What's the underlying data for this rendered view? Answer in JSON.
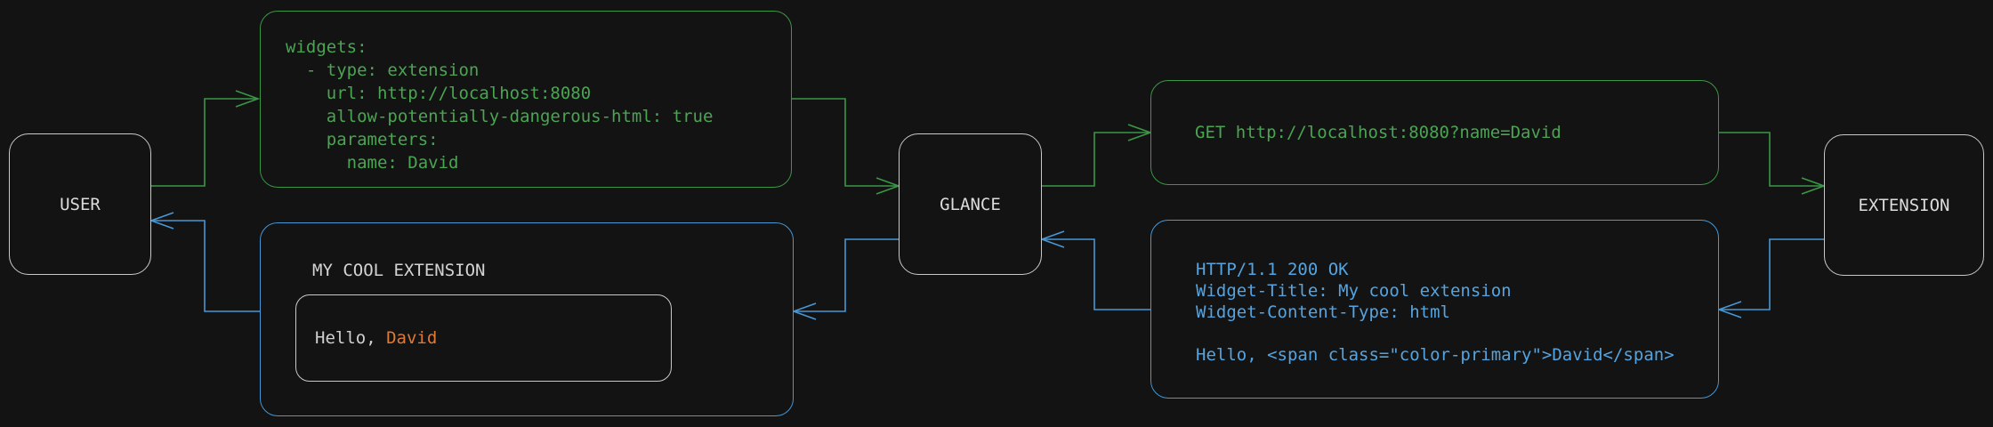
{
  "diagram": {
    "background_color": "#131313",
    "colors": {
      "request_green": "#3b9646",
      "response_blue": "#4697d4",
      "highlight_orange": "#df7a35",
      "node_border_gray": "#c9c9c9",
      "text_light": "#dcdcdc"
    },
    "nodes": {
      "user": "USER",
      "glance": "GLANCE",
      "extension": "EXTENSION"
    },
    "config_box": {
      "code": "widgets:\n  - type: extension\n    url: http://localhost:8080\n    allow-potentially-dangerous-html: true\n    parameters:\n      name: David"
    },
    "request_box": {
      "code": "GET http://localhost:8080?name=David"
    },
    "response_box": {
      "code": "HTTP/1.1 200 OK\nWidget-Title: My cool extension\nWidget-Content-Type: html\n\nHello, <span class=\"color-primary\">David</span>"
    },
    "widget_box": {
      "title": "MY COOL EXTENSION",
      "greeting_prefix": "Hello, ",
      "highlighted_name": "David"
    }
  }
}
